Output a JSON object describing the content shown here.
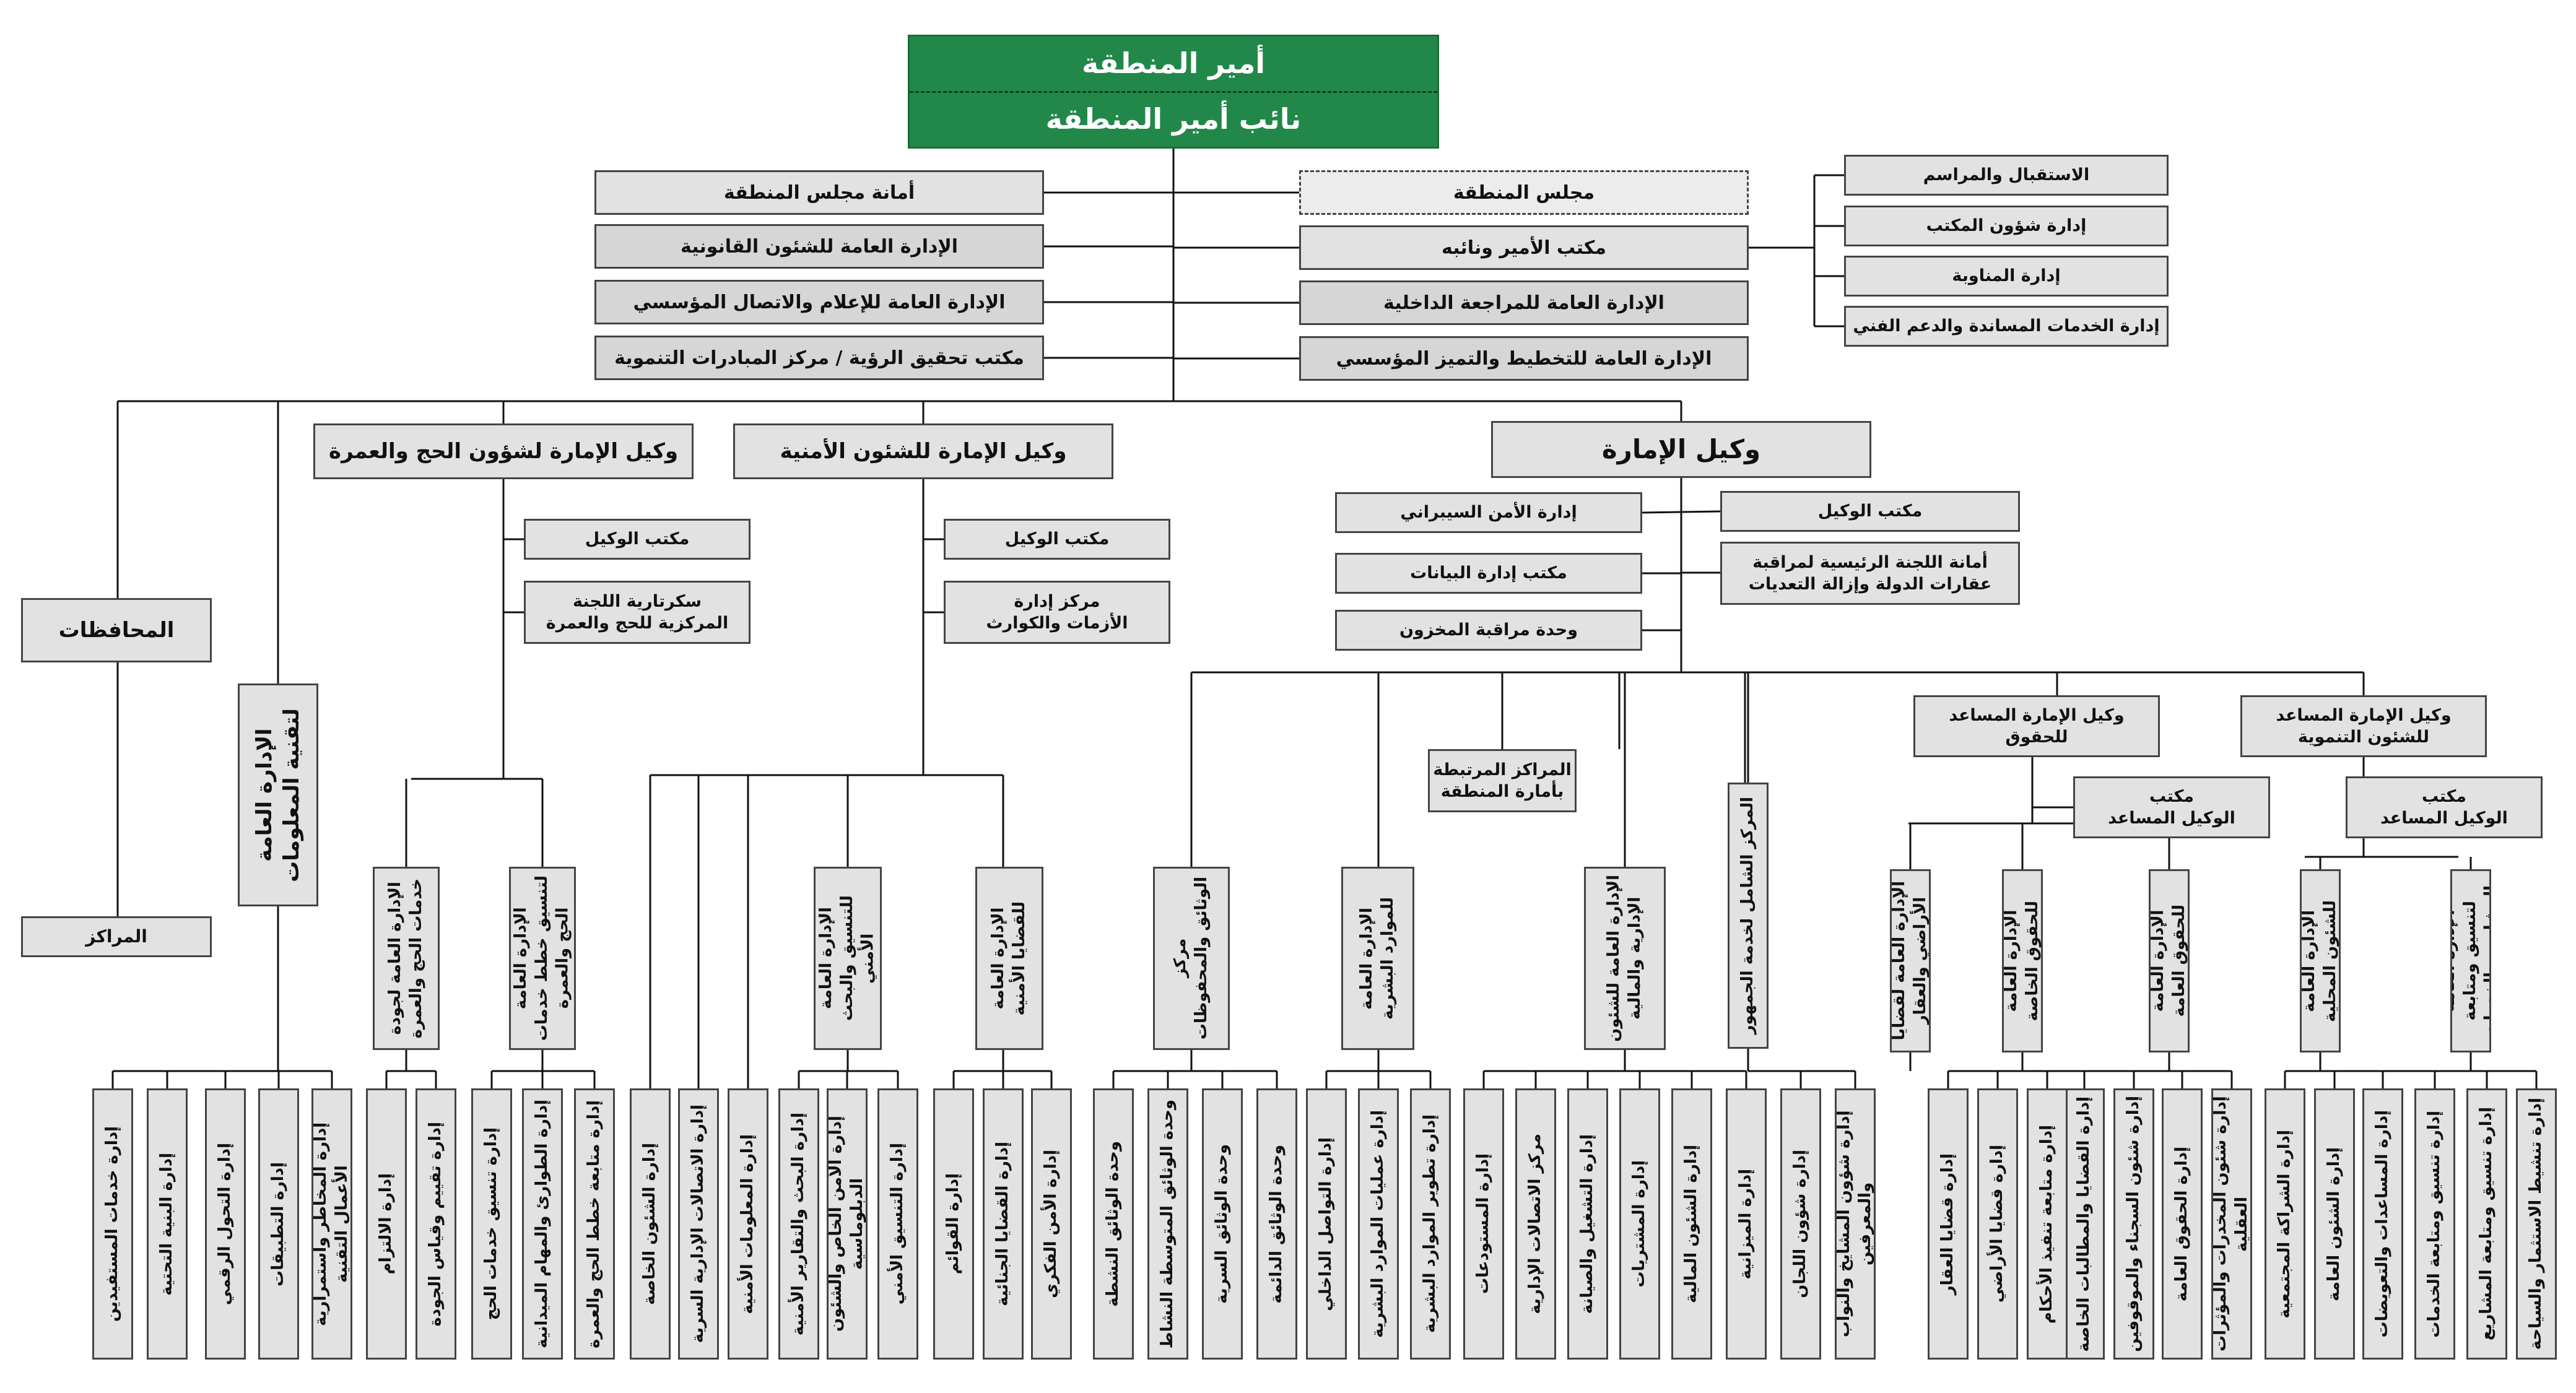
{
  "top": {
    "emir": "أمير المنطقة",
    "deputy": "نائب أمير المنطقة"
  },
  "left_offices": [
    "أمانة مجلس المنطقة",
    "الإدارة العامة للشئون القانونية",
    "الإدارة العامة للإعلام والاتصال المؤسسي",
    "مكتب تحقيق الرؤية / مركز المبادرات التنموية"
  ],
  "right_offices": [
    "مجلس المنطقة",
    "مكتب الأمير ونائبه",
    "الإدارة العامة للمراجعة الداخلية",
    "الإدارة العامة للتخطيط والتميز المؤسسي"
  ],
  "emir_office_units": [
    "الاستقبال والمراسم",
    "إدارة شؤون المكتب",
    "إدارة المناوبة",
    "إدارة الخدمات المساندة والدعم الفني"
  ],
  "wakeel": {
    "title": "وكيل الإمارة",
    "right_units": [
      "مكتب الوكيل",
      "أمانة اللجنة الرئيسية لمراقبة\nعقارات الدولة وإزالة التعديات"
    ],
    "left_units": [
      "إدارة الأمن السيبراني",
      "مكتب إدارة البيانات",
      "وحدة مراقبة المخزون"
    ],
    "linked_centers": "المراكز المرتبطة\nبأمارة المنطقة",
    "comprehensive_center": "المركز الشامل لخدمة الجمهور",
    "dev": {
      "title": "وكيل الإمارة المساعد\nللشئون التنموية",
      "office": "مكتب\nالوكيل المساعد",
      "depts": [
        "الإدارة العامة\nلتنسيق ومتابعة\nالمشاريع والخدمات",
        "الإدارة العامة\nللشئون المحلية"
      ],
      "units": [
        "إدارة تنشيط الاستثمار والسياحة",
        "إدارة تنسيق ومتابعة المشاريع",
        "إدارة تنسيق ومتابعة الخدمات",
        "إدارة المساعدات والتعويضات",
        "إدارة الشئون العامة",
        "إدارة الشراكة المجتمعية"
      ]
    },
    "rights": {
      "title": "وكيل الإمارة المساعد\nللحقوق",
      "office": "مكتب\nالوكيل المساعد",
      "depts": [
        "الإدارة العامة\nللحقوق العامة",
        "الإدارة العامة\nللحقوق الخاصة",
        "الإدارة العامة لقضايا\nالأراضي والعقار"
      ],
      "units": [
        "إدارة شئون المخدرات والمؤثرات العقلية",
        "إدارة الحقوق العامة",
        "إدارة شئون السجناء والموقوفين",
        "إدارة القضايا والمطالبات الخاصة",
        "إدارة متابعة تنفيذ الأحكام",
        "إدارة قضايا الأراضي",
        "إدارة قضايا العقار"
      ]
    },
    "extra_units": [
      "إدارة شؤون المشايخ والنواب والمعرفين",
      "إدارة شؤون اللجان"
    ],
    "finance": {
      "dept": "الإدارة العامة للشئون\nالإدارية والمالية",
      "units": [
        "إدارة الميزانية",
        "إدارة الشئون المالية",
        "إدارة المشتريات",
        "إدارة التشغيل والصيانة",
        "مركز الاتصالات الإدارية",
        "إدارة المستودعات"
      ]
    },
    "hr": {
      "dept": "الإدارة العامة\nللموارد البشرية",
      "units": [
        "إدارة تطوير الموارد البشرية",
        "إدارة عمليات الموارد البشرية",
        "إدارة التواصل الداخلي"
      ]
    },
    "docs": {
      "dept": "مركز\nالوثائق والمحفوظات",
      "units": [
        "وحدة الوثائق الدائمة",
        "وحدة الوثائق السرية",
        "وحدة الوثائق المتوسطة النشاط",
        "وحدة الوثائق النشطة"
      ]
    }
  },
  "security": {
    "title": "وكيل الإمارة للشئون الأمنية",
    "office": "مكتب الوكيل",
    "crisis": "مركز إدارة\nالأزمات والكوارث",
    "depts": [
      "الإدارة العامة\nللقضايا الأمنية",
      "الإدارة العامة\nللتنسيق والبحث الأمني"
    ],
    "units": [
      "إدارة الأمن الفكري",
      "إدارة القضايا الجنائية",
      "إدارة القوائم",
      "إدارة التنسيق الأمني",
      "إدارة الأمن الخاص والشئون الدبلوماسية",
      "إدارة البحث والتقارير الأمنية",
      "إدارة المعلومات الأمنية",
      "إدارة الاتصالات الإدارية السرية",
      "إدارة الشئون الخاصة"
    ]
  },
  "hajj": {
    "title": "وكيل الإمارة لشؤون الحج والعمرة",
    "office": "مكتب الوكيل",
    "secretariat": "سكرتارية اللجنة\nالمركزية للحج والعمرة",
    "depts": [
      "الإدارة العامة\nلتنسيق خطط خدمات\nالحج والعمرة",
      "الإدارة العامة لجودة\nخدمات الحج والعمرة"
    ],
    "units": [
      "إدارة متابعة خطط الحج والعمرة",
      "إدارة الطوارئ والمهام الميدانية",
      "إدارة تنسيق خدمات الحج",
      "إدارة تقييم وقياس الجودة",
      "إدارة الالتزام"
    ]
  },
  "it": {
    "dept": "الإدارة العامة\nلتقنية المعلومات",
    "units": [
      "إدارة المخاطر واستمرارية الأعمال التقنية",
      "إدارة التطبيقات",
      "إدارة التحول الرقمي",
      "إدارة البنية التحتية",
      "إدارة خدمات المستفيدين"
    ]
  },
  "governorates": {
    "title": "المحافظات",
    "centers": "المراكز"
  },
  "colors": {
    "header_green": "#22884a",
    "box_fill": "#e2e2e2",
    "line": "#111111"
  }
}
